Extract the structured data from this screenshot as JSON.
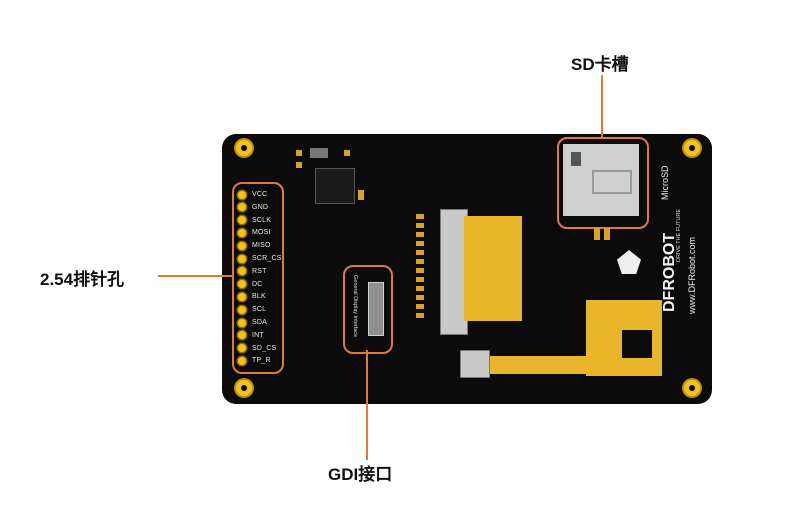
{
  "labels": {
    "sd_slot": "SD卡槽",
    "pin_header": "2.54排针孔",
    "gdi": "GDI接口"
  },
  "board": {
    "pins": [
      "VCC",
      "GND",
      "SCLK",
      "MOSI",
      "MISO",
      "SCR_CS",
      "RST",
      "DC",
      "BLK",
      "SCL",
      "SDA",
      "INT",
      "SD_CS",
      "TP_R"
    ],
    "gdi_text": "General Display Interface",
    "microsd_text": "MicroSD",
    "brand": "DFROBOT",
    "tagline": "DRIVE THE FUTURE",
    "url": "www.DFRobot.com"
  },
  "colors": {
    "callout": "#e07a3a",
    "board": "#0b0b0b",
    "gold": "#e9b52a"
  }
}
